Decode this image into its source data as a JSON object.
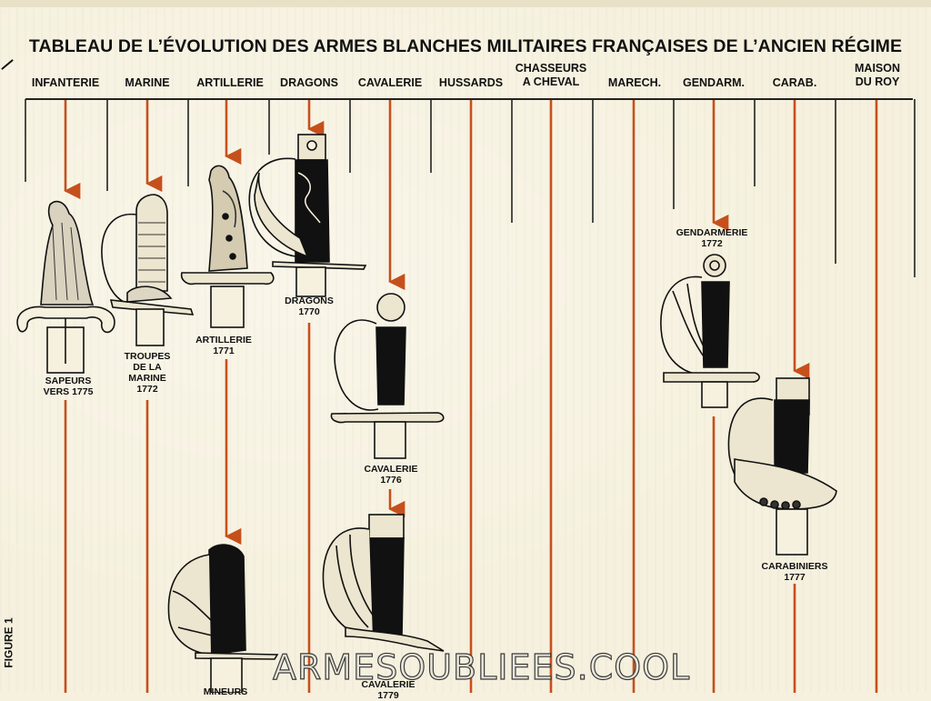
{
  "title": "TABLEAU DE L’ÉVOLUTION DES ARMES BLANCHES MILITAIRES FRANÇAISES DE L’ANCIEN RÉGIME",
  "columns": [
    {
      "label": "INFANTERIE"
    },
    {
      "label": "MARINE"
    },
    {
      "label": "ARTILLERIE"
    },
    {
      "label": "DRAGONS"
    },
    {
      "label": "CAVALERIE"
    },
    {
      "label": "HUSSARDS"
    },
    {
      "label": "CHASSEURS\nA CHEVAL"
    },
    {
      "label": "MARECH."
    },
    {
      "label": "GENDARM."
    },
    {
      "label": "CARAB."
    },
    {
      "label": "MAISON\nDU ROY"
    }
  ],
  "weapons": [
    {
      "caption": "SAPEURS\nVERS 1775"
    },
    {
      "caption": "TROUPES\nDE LA\nMARINE\n1772"
    },
    {
      "caption": "ARTILLERIE\n1771"
    },
    {
      "caption": "DRAGONS\n1770"
    },
    {
      "caption": "CAVALERIE\n1776"
    },
    {
      "caption": "GENDARMERIE\n1772"
    },
    {
      "caption": "CARABINIERS\n1777"
    },
    {
      "caption": "MINEURS"
    },
    {
      "caption": "CAVALERIE\n1779"
    }
  ],
  "watermark": "ARMESOUBLIEES.COOL",
  "side_text": "FIGURE 1",
  "colors": {
    "arrow": "#c6501c",
    "ink": "#111111",
    "paper": "#f6f1de"
  }
}
